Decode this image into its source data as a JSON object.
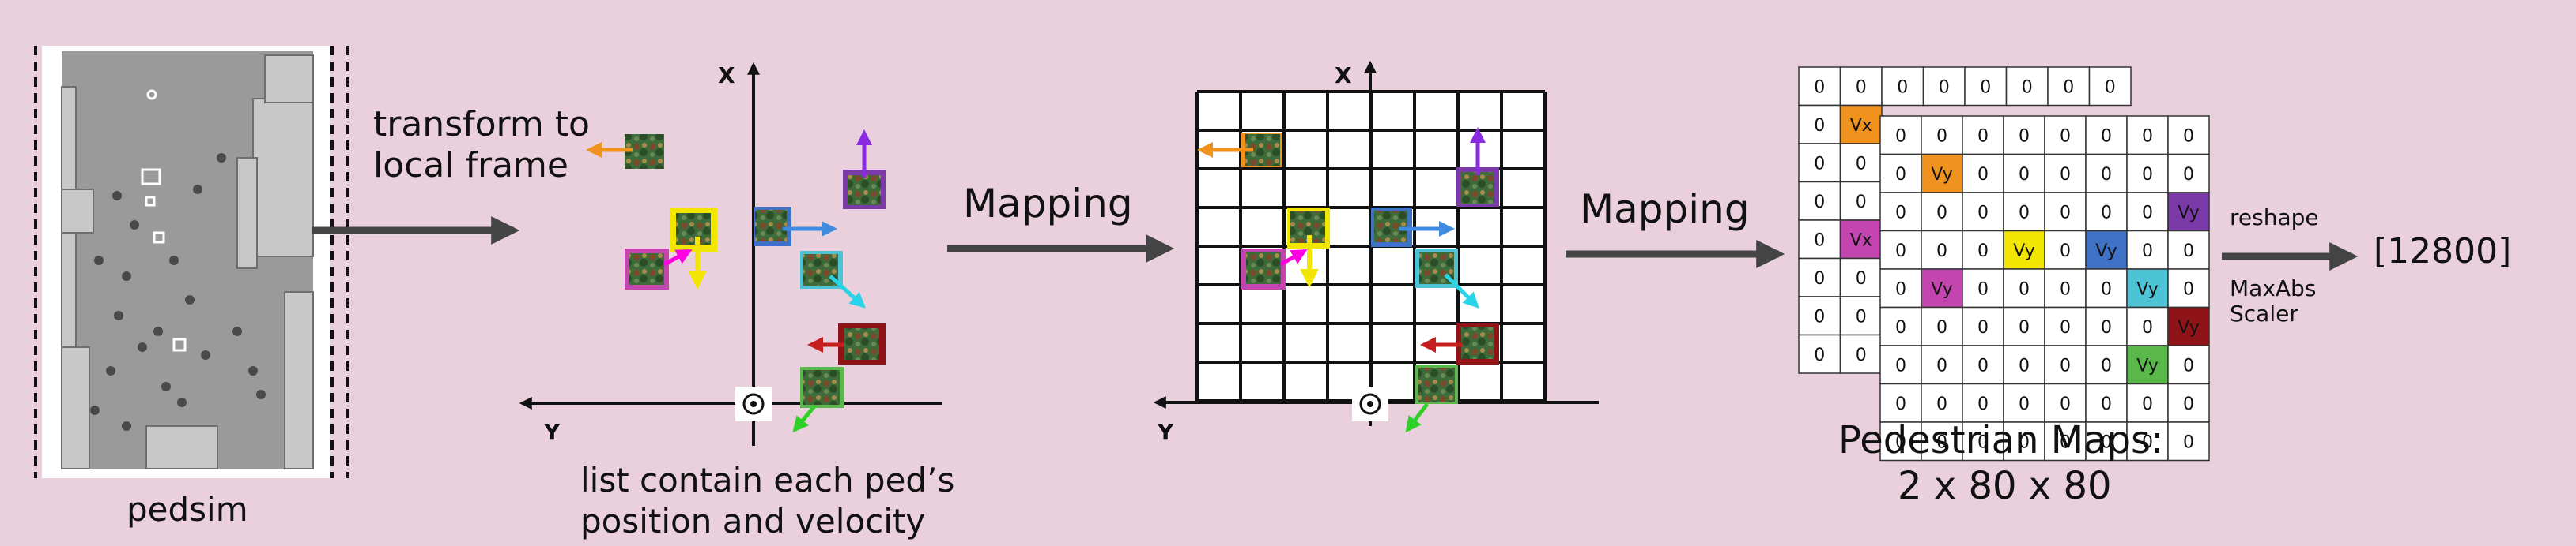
{
  "pedsim": {
    "label": "pedsim"
  },
  "step1": {
    "arrow_text_line1": "transform to",
    "arrow_text_line2": "local frame"
  },
  "local_frame": {
    "axis_x": "X",
    "axis_y": "Y",
    "caption_line1": "list contain each ped’s",
    "caption_line2": "position and velocity"
  },
  "mapping1": {
    "label": "Mapping"
  },
  "grid_plot": {
    "axis_x": "X",
    "axis_y": "Y"
  },
  "mapping2": {
    "label": "Mapping"
  },
  "maps": {
    "back_cell": "0",
    "front_cell": "0",
    "vx_label": "Vx",
    "vy_label": "Vy",
    "caption_line1": "Pedestrian Maps:",
    "caption_line2": "2 x 80 x 80"
  },
  "step4": {
    "reshape": "reshape",
    "scaler_line1": "MaxAbs",
    "scaler_line2": "Scaler",
    "output": "[12800]"
  },
  "colors": {
    "background": "#ead0dc",
    "orange": "#f0921e",
    "magenta": "#c445b0",
    "yellow": "#f2e600",
    "blue": "#3f72c4",
    "cyan": "#4cc4d6",
    "purple": "#7a3aa8",
    "dark_red": "#8f1418",
    "green": "#5ab84a"
  }
}
